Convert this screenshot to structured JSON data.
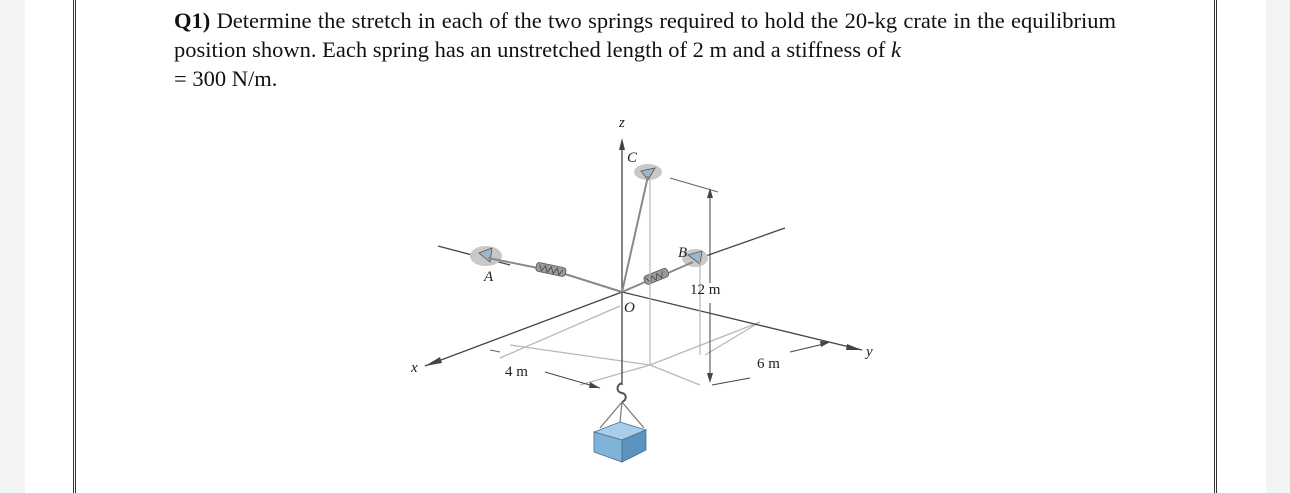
{
  "question": {
    "label": "Q1)",
    "line1": "Determine the stretch in each of the two springs required to hold the 20-kg crate in the",
    "line2_prefix": "equilibrium position shown. Each spring has an unstretched length of 2 m and a stiffness of",
    "k_symbol": "k",
    "line3": "= 300 N/m."
  },
  "diagram": {
    "axis_x": "x",
    "axis_y": "y",
    "axis_z": "z",
    "point_a": "A",
    "point_b": "B",
    "point_c": "C",
    "point_o": "O",
    "dim_height": "12 m",
    "dim_x": "4 m",
    "dim_y": "6 m"
  },
  "colors": {
    "text": "#111111",
    "line": "#444444",
    "shadow": "#aaaaaa",
    "crate": "#7fb3d8"
  }
}
